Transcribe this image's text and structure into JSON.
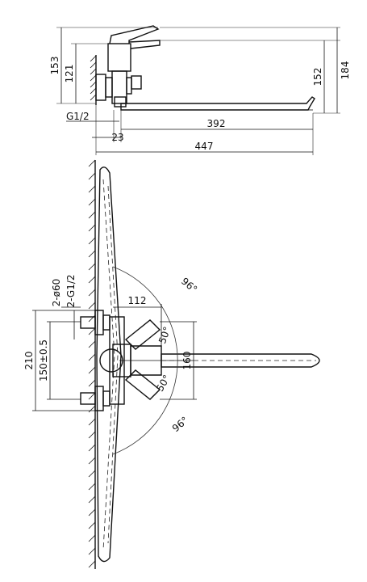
{
  "top_view": {
    "dimensions": {
      "overall_height": "153",
      "body_height": "121",
      "thread": "G1/2",
      "spout_length": "392",
      "wall_offset": "23",
      "overall_length": "447",
      "spout_height": "152",
      "total_height": "184"
    }
  },
  "front_view": {
    "dimensions": {
      "escutcheon_diameter": "2-ø60",
      "inlet_thread": "2-G1/2",
      "projection": "112",
      "max_distance": "210",
      "center_distance": "150±0.5",
      "body_height": "160",
      "lever_angle_upper": "50°",
      "lever_angle_lower": "50°",
      "swivel_angle_upper": "96°",
      "swivel_angle_lower": "96°"
    }
  }
}
